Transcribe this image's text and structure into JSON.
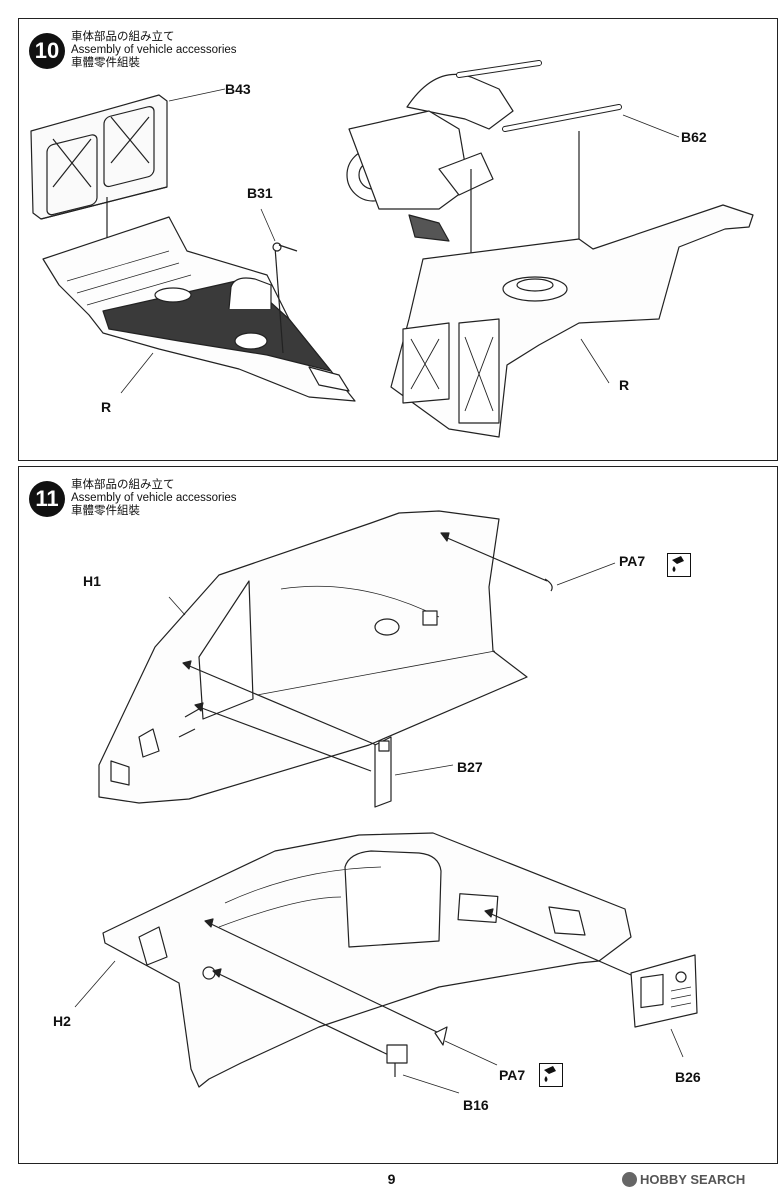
{
  "steps": [
    {
      "number": "10",
      "title_ja": "車体部品の組み立て",
      "title_en": "Assembly of vehicle accessories",
      "title_zh": "車體零件組裝",
      "labels": {
        "b43": "B43",
        "b31": "B31",
        "b62": "B62",
        "r_left": "R",
        "r_right": "R"
      }
    },
    {
      "number": "11",
      "title_ja": "車体部品の組み立て",
      "title_en": "Assembly of vehicle accessories",
      "title_zh": "車體零件組裝",
      "labels": {
        "h1": "H1",
        "pa7_top": "PA7",
        "b27": "B27",
        "h2": "H2",
        "pa7_bottom": "PA7",
        "b16": "B16",
        "b26": "B26"
      }
    }
  ],
  "icons": {
    "paint": "paint-drop-icon",
    "watermark": "hobby-search-logo-icon"
  },
  "page_number": "9",
  "watermark_text": "HOBBY SEARCH"
}
